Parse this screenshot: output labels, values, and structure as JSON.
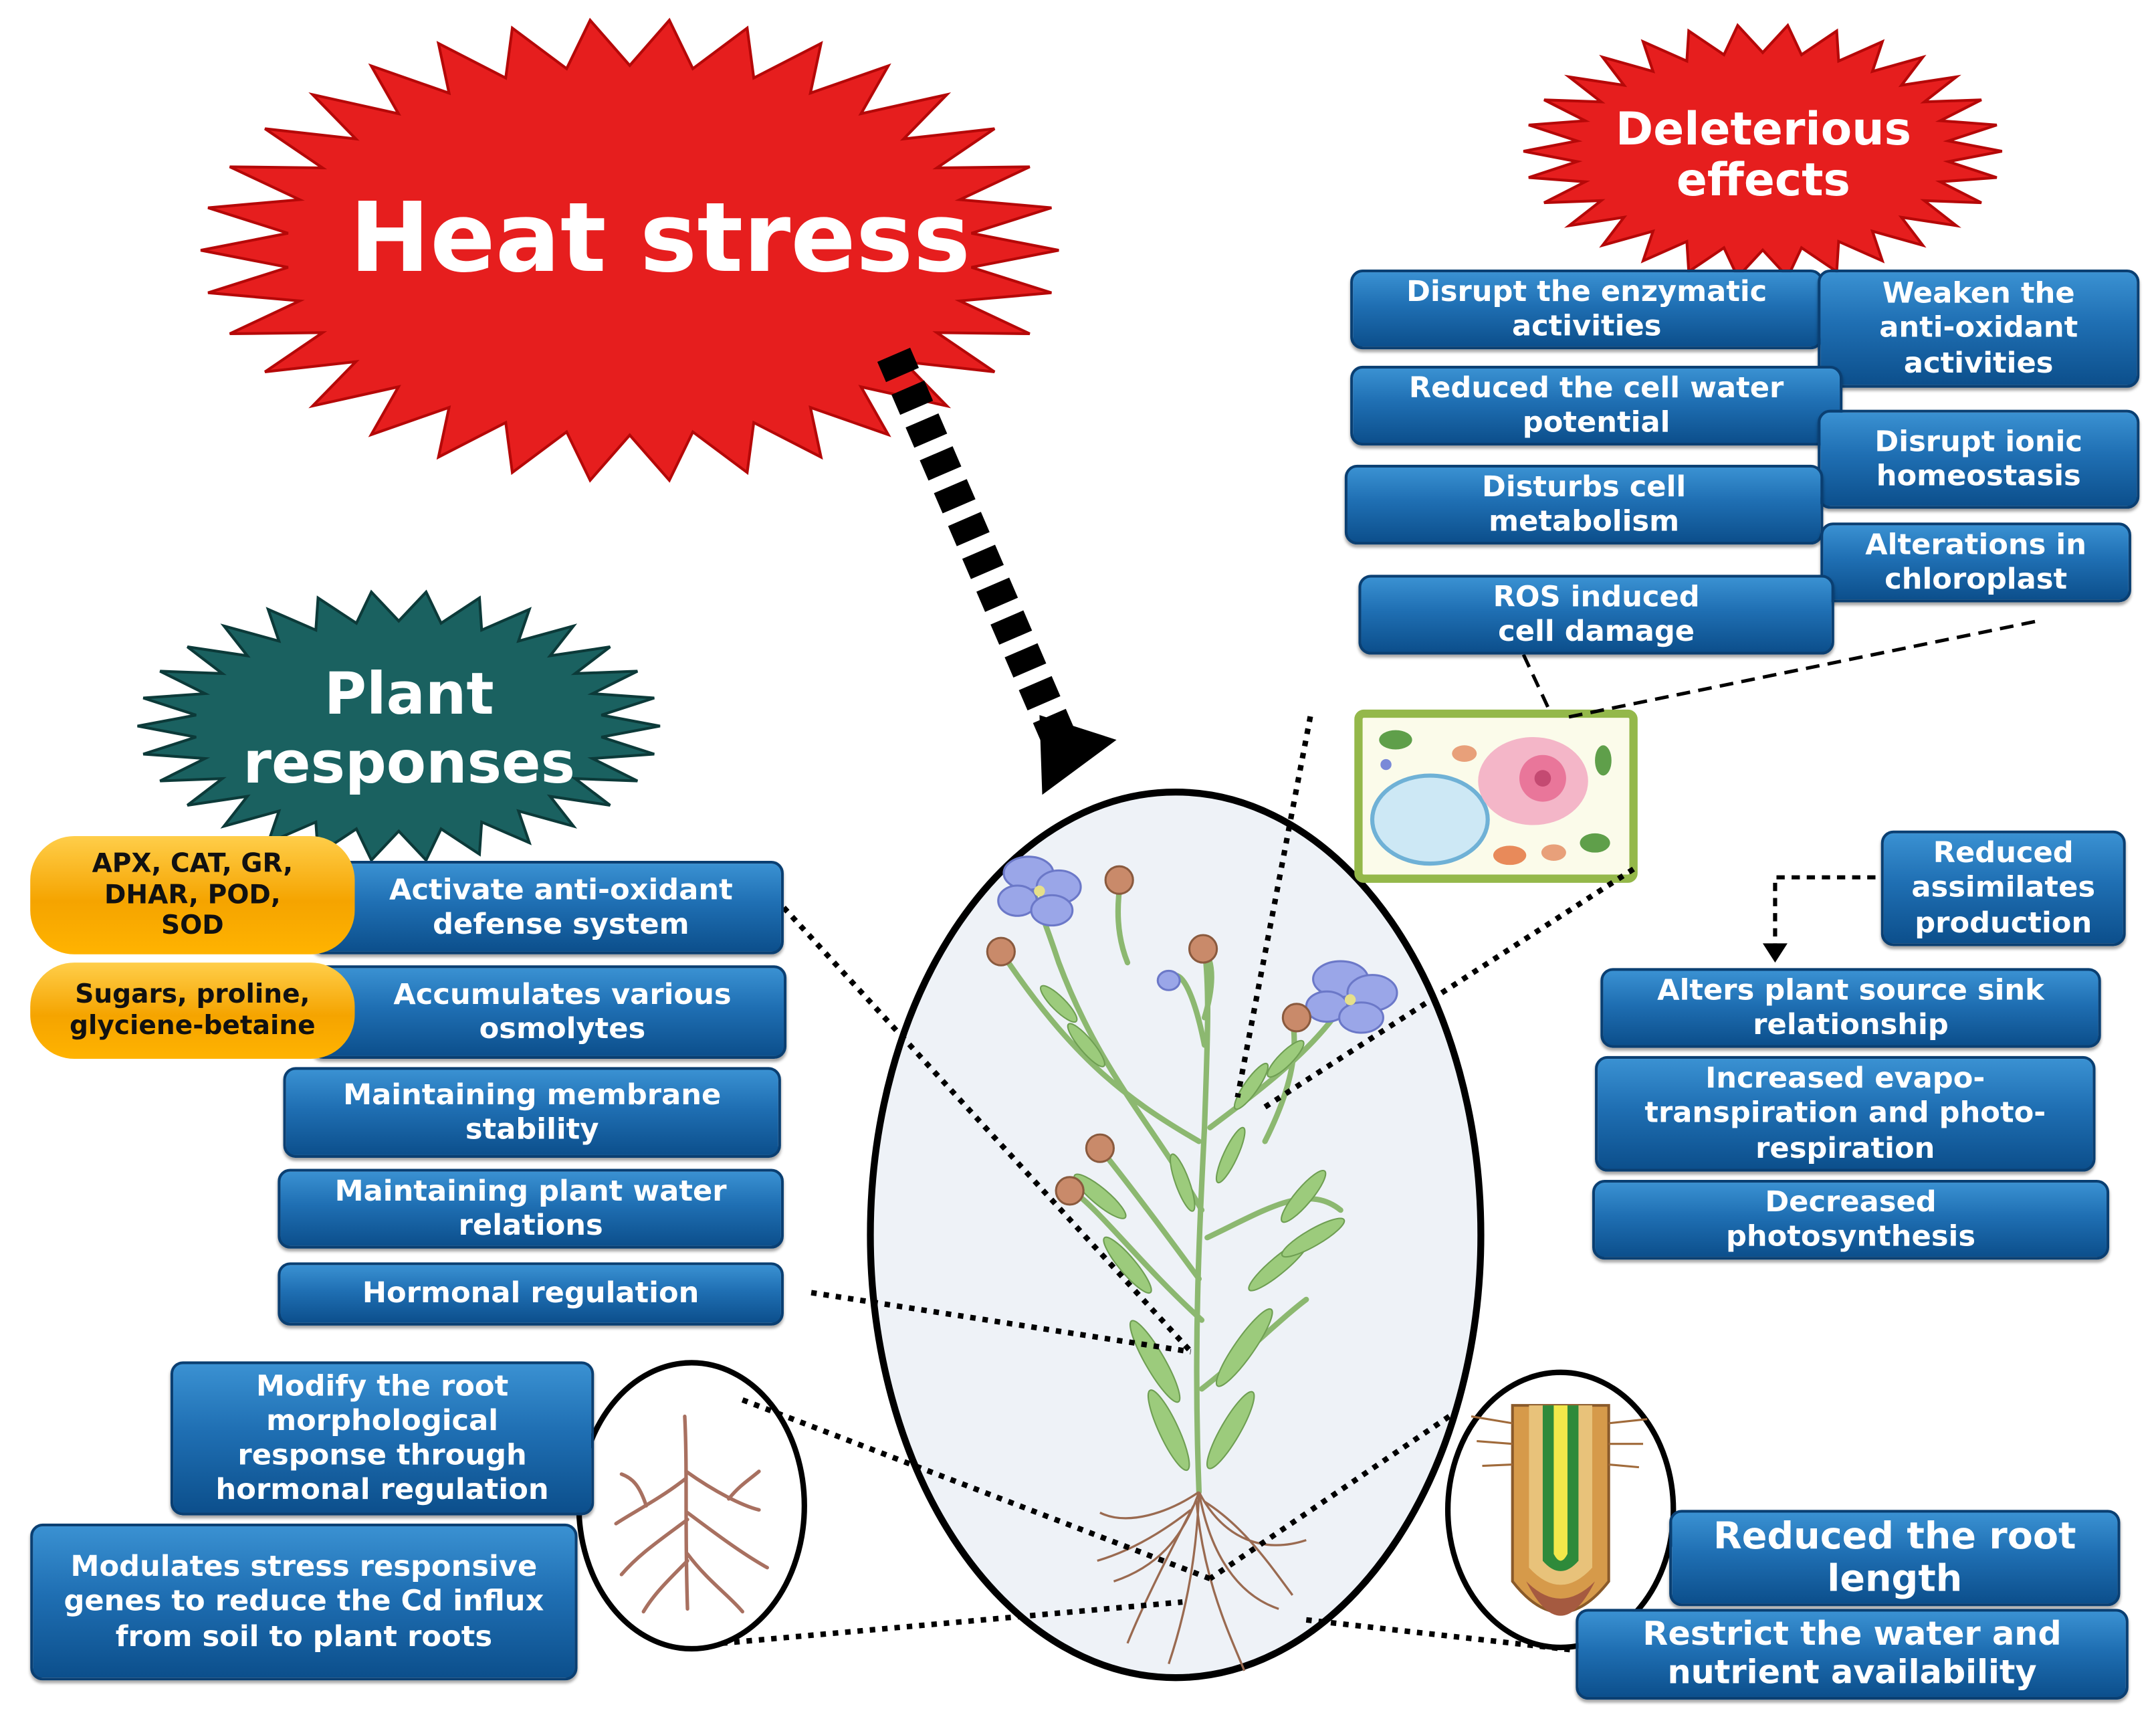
{
  "headings": {
    "heat_stress": "Heat stress",
    "deleterious_effects": "Deleterious effects",
    "plant_responses": "Plant responses"
  },
  "colors": {
    "heat_burst": "#e61e1e",
    "deleterious_burst": "#e61e1e",
    "responses_burst": "#1a6160",
    "box_blue": "#1f6fb3",
    "pill_orange": "#f5a400"
  },
  "deleterious_effects": [
    "Disrupt  the enzymatic activities",
    "Weaken the anti-oxidant activities",
    "Reduced the cell water potential",
    "Disrupt  ionic homeostasis",
    "Disturbs cell metabolism",
    "Alterations in chloroplast",
    "ROS induced cell damage"
  ],
  "plant_responses": [
    "Activate anti-oxidant defense system",
    "Accumulates various osmolytes",
    "Maintaining membrane stability",
    "Maintaining  plant water relations",
    "Hormonal regulation"
  ],
  "compounds": [
    "APX, CAT, GR, DHAR, POD, SOD",
    "Sugars, proline, glyciene-betaine"
  ],
  "root_responses": [
    "Modify the root morphological response through hormonal regulation",
    "Modulates stress responsive genes to reduce the Cd influx from soil to plant roots"
  ],
  "growth_effects": [
    "Reduced assimilates production",
    "Alters plant source sink relationship",
    "Increased evapo-transpiration and photo-respiration",
    "Decreased photosynthesis"
  ],
  "root_effects": [
    "Reduced the root length",
    "Restrict the water and nutrient availability"
  ],
  "icons": [
    "heat-burst-icon",
    "cell-icon",
    "flax-plant-icon",
    "root-icon",
    "root-tip-icon"
  ]
}
